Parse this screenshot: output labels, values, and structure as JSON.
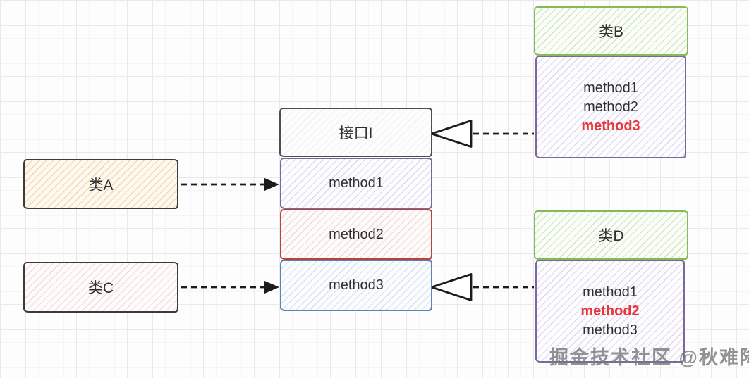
{
  "diagram": {
    "interface_box": {
      "title": "接口I",
      "methods": [
        "method1",
        "method2",
        "method3"
      ]
    },
    "class_a": {
      "title": "类A"
    },
    "class_c": {
      "title": "类C"
    },
    "class_b": {
      "title": "类B",
      "methods": [
        "method1",
        "method2",
        "method3"
      ],
      "highlighted_method": "method3"
    },
    "class_d": {
      "title": "类D",
      "methods": [
        "method1",
        "method2",
        "method3"
      ],
      "highlighted_method": "method2"
    },
    "relations": {
      "class_a_uses": "method1",
      "class_c_uses": "method3",
      "class_b_implements": "接口I",
      "class_d_implements": "method3"
    },
    "watermark": "掘金技术社区 @秋难降"
  },
  "colors": {
    "green_border": "#85ba5b",
    "purple_border": "#7c699c",
    "red_border": "#b5433f",
    "blue_border": "#5d83b4",
    "dark_border": "#3b3b3b",
    "gray_border": "#4e4e4e",
    "highlight_text": "#e5373c",
    "body_text": "#303030",
    "arrow": "#1c1c1c",
    "watermark_text": "#7a7a7a"
  }
}
